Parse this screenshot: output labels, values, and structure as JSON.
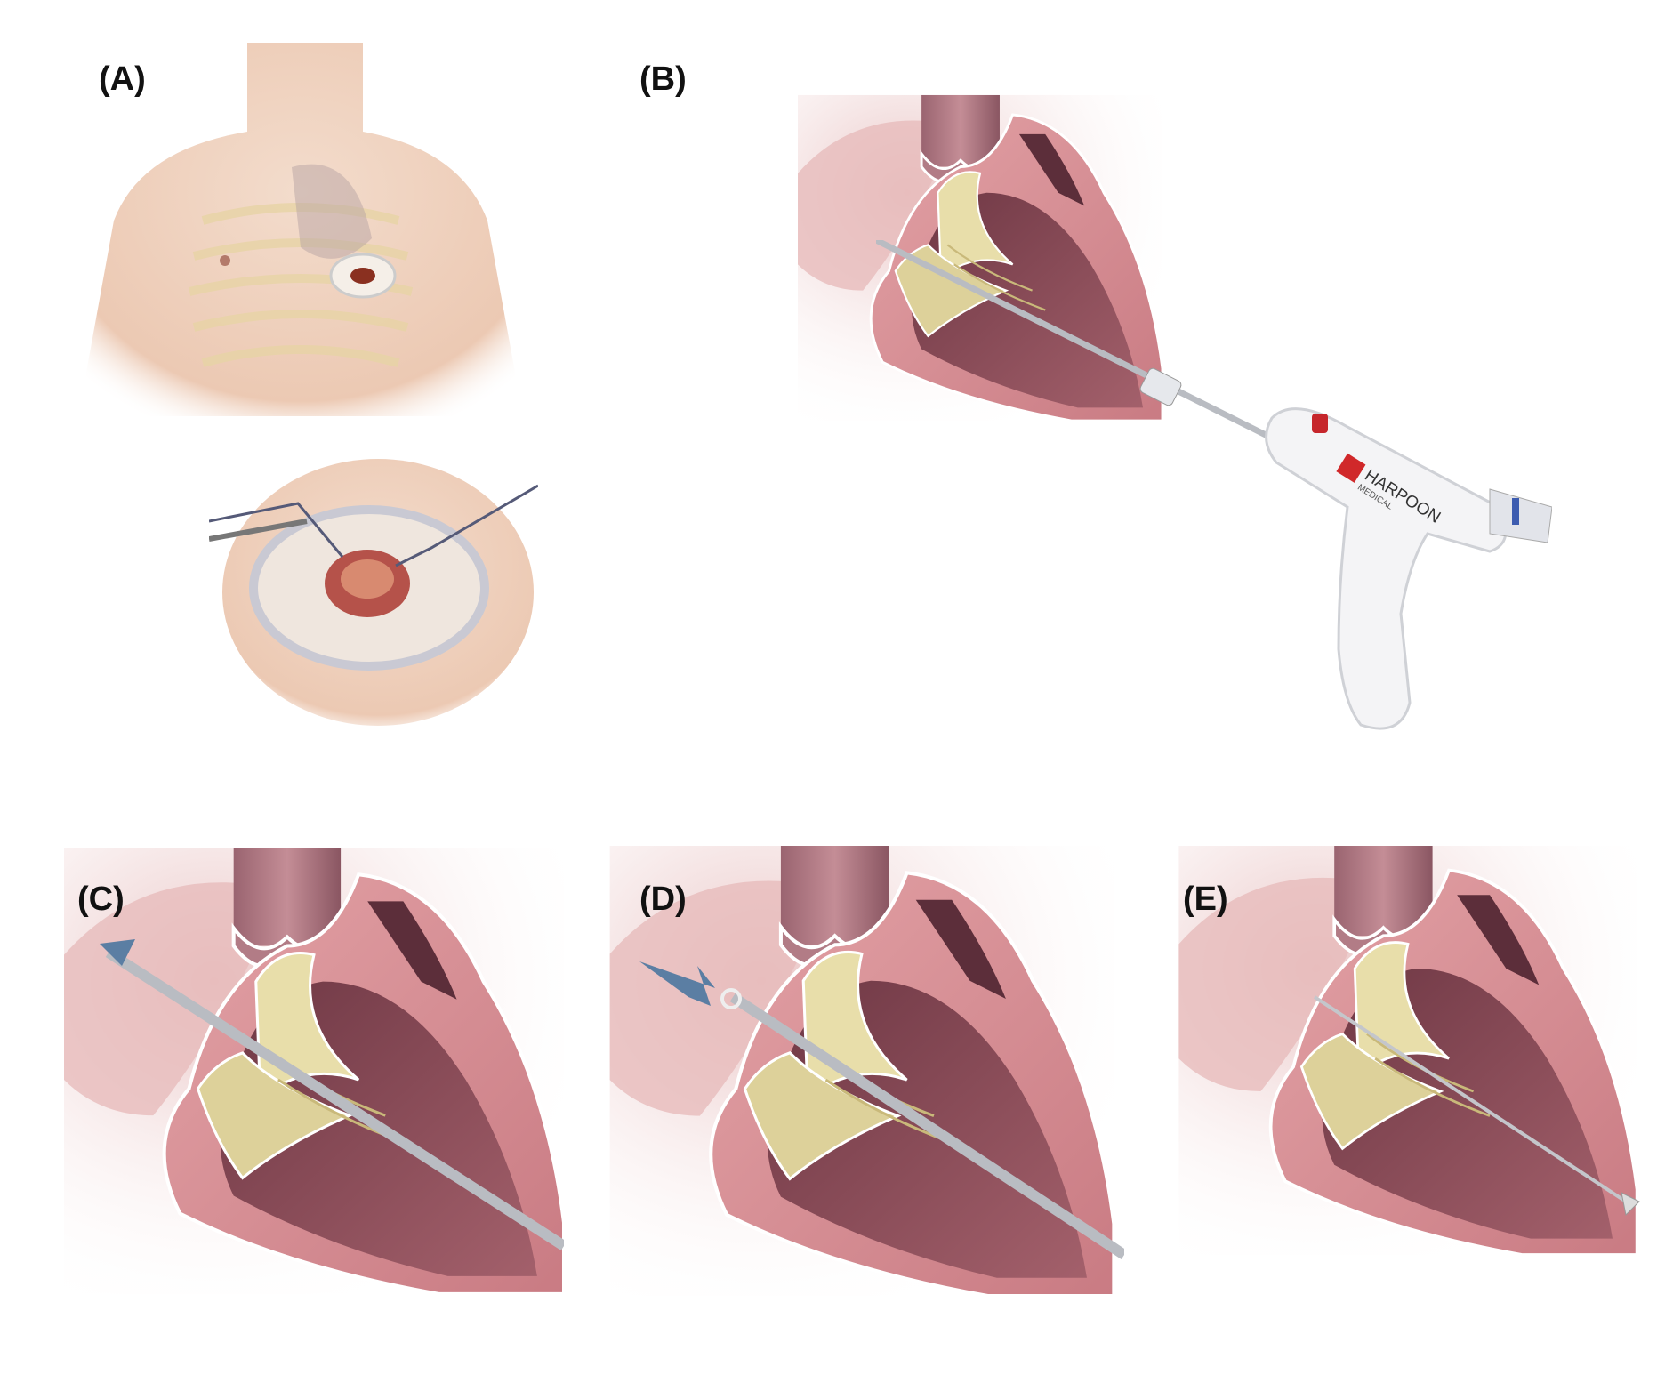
{
  "panels": [
    {
      "id": "A",
      "label": "(A)"
    },
    {
      "id": "B",
      "label": "(B)"
    },
    {
      "id": "C",
      "label": "(C)"
    },
    {
      "id": "D",
      "label": "(D)"
    },
    {
      "id": "E",
      "label": "(E)"
    }
  ],
  "device": {
    "brand_line1": "HARPOON",
    "brand_line2": "MEDICAL"
  },
  "colors": {
    "skin": "#f0d6c4",
    "heart_wall": "#d98f95",
    "heart_cavity": "#8a4c5a",
    "leaflet": "#e8deaa",
    "rod": "#b9bcc2",
    "arrow": "#5b7ea3",
    "logo_red": "#d0282a"
  }
}
